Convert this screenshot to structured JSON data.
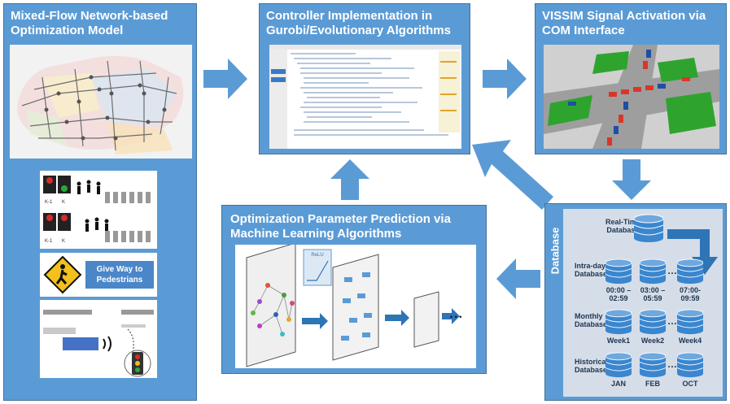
{
  "panels": {
    "mixed_flow": {
      "title": "Mixed-Flow Network-based\nOptimization Model"
    },
    "controller": {
      "title": "Controller Implementation in\nGurobi/Evolutionary Algorithms"
    },
    "vissim": {
      "title": "VISSIM Signal Activation via\nCOM Interface"
    },
    "ml": {
      "title": "Optimization Parameter Prediction via\nMachine Learning Algorithms"
    },
    "database": {
      "title": "Database"
    }
  },
  "signals": {
    "k1": "K-1",
    "k": "K",
    "give_way": "Give Way to\nPedestrians"
  },
  "ml": {
    "relu": "ReLU",
    "ellipsis": "• • •"
  },
  "database": {
    "realtime": "Real-Time\nDatabase",
    "intraday": "Intra-day\nDatabase",
    "monthly": "Monthly\nDatabase",
    "historical": "Historical\nDatabase",
    "intraday_labels": [
      "00:00 –\n02:59",
      "03:00 –\n05:59",
      "07:00-\n09:59"
    ],
    "monthly_labels": [
      "Week1",
      "Week2",
      "Week4"
    ],
    "historical_labels": [
      "JAN",
      "FEB",
      "OCT"
    ],
    "dots": "…"
  },
  "colors": {
    "panel": "#5b9bd5",
    "dark": "#2e75b6",
    "cylinder": "#3a86cf"
  }
}
